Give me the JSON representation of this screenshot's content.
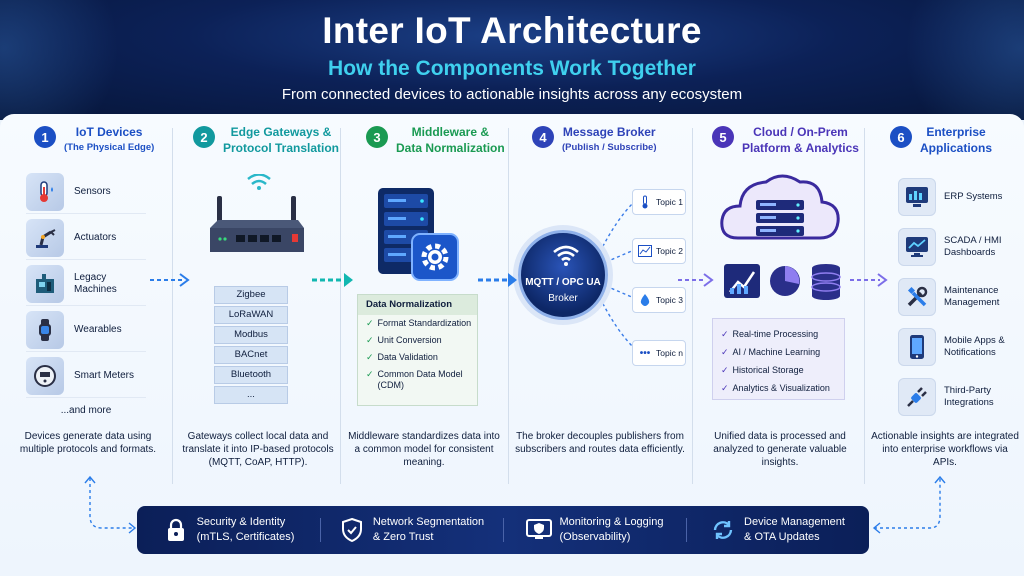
{
  "header": {
    "title": "Inter IoT Architecture",
    "subtitle": "How the Components Work Together",
    "tagline": "From connected devices to actionable insights across any ecosystem"
  },
  "colors": {
    "header_bg": "#0c2157",
    "accent_cyan": "#3fd0ee",
    "step1": "#1b4fc4",
    "step2": "#11999e",
    "step3": "#1a9a52",
    "step4": "#2e43b8",
    "step5": "#4a35b8",
    "step6": "#1b4fc4",
    "bottom_bar": "#0b1f58"
  },
  "steps": [
    {
      "number": "1",
      "title": "IoT Devices",
      "subtitle": "(The Physical Edge)",
      "items": [
        {
          "label": "Sensors",
          "icon": "thermometer-icon"
        },
        {
          "label": "Actuators",
          "icon": "robot-arm-icon"
        },
        {
          "label": "Legacy Machines",
          "icon": "machine-icon"
        },
        {
          "label": "Wearables",
          "icon": "smartwatch-icon"
        },
        {
          "label": "Smart Meters",
          "icon": "meter-icon"
        }
      ],
      "more": "...and more",
      "description": "Devices generate data using multiple protocols and formats."
    },
    {
      "number": "2",
      "title": "Edge Gateways &",
      "subtitle": "Protocol Translation",
      "protocols": [
        "Zigbee",
        "LoRaWAN",
        "Modbus",
        "BACnet",
        "Bluetooth",
        "..."
      ],
      "description": "Gateways collect local data and translate it into IP-based protocols (MQTT, CoAP, HTTP)."
    },
    {
      "number": "3",
      "title": "Middleware &",
      "subtitle": "Data Normalization",
      "box_title": "Data Normalization",
      "items": [
        "Format Standardization",
        "Unit Conversion",
        "Data Validation",
        "Common Data Model (CDM)"
      ],
      "description": "Middleware standardizes data into a common model for consistent meaning."
    },
    {
      "number": "4",
      "title": "Message Broker",
      "subtitle": "(Publish / Subscribe)",
      "broker_line1": "MQTT / OPC UA",
      "broker_line2": "Broker",
      "topics": [
        {
          "label": "Topic 1",
          "icon": "thermometer-icon"
        },
        {
          "label": "Topic 2",
          "icon": "chart-icon"
        },
        {
          "label": "Topic 3",
          "icon": "droplet-icon"
        },
        {
          "label": "Topic n",
          "icon": "dots-icon"
        }
      ],
      "description": "The broker decouples publishers from subscribers and routes data efficiently."
    },
    {
      "number": "5",
      "title": "Cloud / On-Prem",
      "subtitle": "Platform & Analytics",
      "items": [
        "Real-time Processing",
        "AI / Machine Learning",
        "Historical Storage",
        "Analytics & Visualization"
      ],
      "description": "Unified data is processed and analyzed to generate valuable insights."
    },
    {
      "number": "6",
      "title": "Enterprise",
      "subtitle": "Applications",
      "items": [
        {
          "label": "ERP Systems",
          "icon": "erp-icon"
        },
        {
          "label": "SCADA / HMI Dashboards",
          "icon": "monitor-icon"
        },
        {
          "label": "Maintenance Management",
          "icon": "tools-icon"
        },
        {
          "label": "Mobile Apps & Notifications",
          "icon": "mobile-icon"
        },
        {
          "label": "Third-Party Integrations",
          "icon": "plug-icon"
        }
      ],
      "description": "Actionable insights are integrated into enterprise workflows via APIs."
    }
  ],
  "bottom_bar": [
    {
      "line1": "Security & Identity",
      "line2": "(mTLS, Certificates)",
      "icon": "lock-icon"
    },
    {
      "line1": "Network Segmentation",
      "line2": "& Zero Trust",
      "icon": "shield-icon"
    },
    {
      "line1": "Monitoring & Logging",
      "line2": "(Observability)",
      "icon": "monitor-shield-icon"
    },
    {
      "line1": "Device Management",
      "line2": "& OTA Updates",
      "icon": "sync-icon"
    }
  ]
}
